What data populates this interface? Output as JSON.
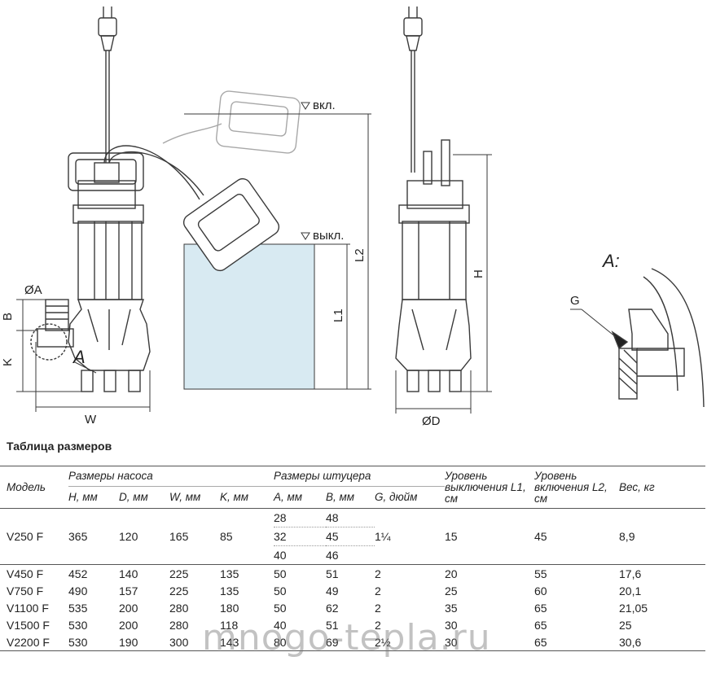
{
  "drawing": {
    "labels": {
      "dia_a": "ØA",
      "b": "B",
      "k": "K",
      "a_callout": "A",
      "w": "W",
      "on": "вкл.",
      "off": "выкл.",
      "l1": "L1",
      "l2": "L2",
      "h": "H",
      "dia_d": "ØD",
      "detail": "A:",
      "g": "G"
    },
    "colors": {
      "water": "#d8eaf2",
      "line": "#3a3a3a"
    }
  },
  "table": {
    "title": "Таблица размеров",
    "headers": {
      "model": "Модель",
      "pump_group": "Размеры насоса",
      "fitting_group": "Размеры штуцера",
      "off_level": "Уровень выключения L1, см",
      "on_level": "Уровень включения L2, см",
      "weight": "Вес, кг",
      "h": "H, мм",
      "d": "D, мм",
      "w": "W, мм",
      "k": "K, мм",
      "a": "A, мм",
      "b": "B, мм",
      "g": "G, дюйм"
    },
    "v250": {
      "model": "V250 F",
      "h": "365",
      "d": "120",
      "w": "165",
      "k": "85",
      "ab": [
        [
          "28",
          "48"
        ],
        [
          "32",
          "45"
        ],
        [
          "40",
          "46"
        ]
      ],
      "g": "1¼",
      "l1": "15",
      "l2": "45",
      "weight": "8,9"
    },
    "rows": [
      [
        "V450 F",
        "452",
        "140",
        "225",
        "135",
        "50",
        "51",
        "2",
        "20",
        "55",
        "17,6"
      ],
      [
        "V750 F",
        "490",
        "157",
        "225",
        "135",
        "50",
        "49",
        "2",
        "25",
        "60",
        "20,1"
      ],
      [
        "V1100 F",
        "535",
        "200",
        "280",
        "180",
        "50",
        "62",
        "2",
        "35",
        "65",
        "21,05"
      ],
      [
        "V1500 F",
        "530",
        "200",
        "280",
        "118",
        "40",
        "51",
        "2",
        "30",
        "65",
        "25"
      ],
      [
        "V2200 F",
        "530",
        "190",
        "300",
        "143",
        "80",
        "69",
        "2½",
        "30",
        "65",
        "30,6"
      ]
    ]
  },
  "watermark": "mnogo-tepla.ru"
}
